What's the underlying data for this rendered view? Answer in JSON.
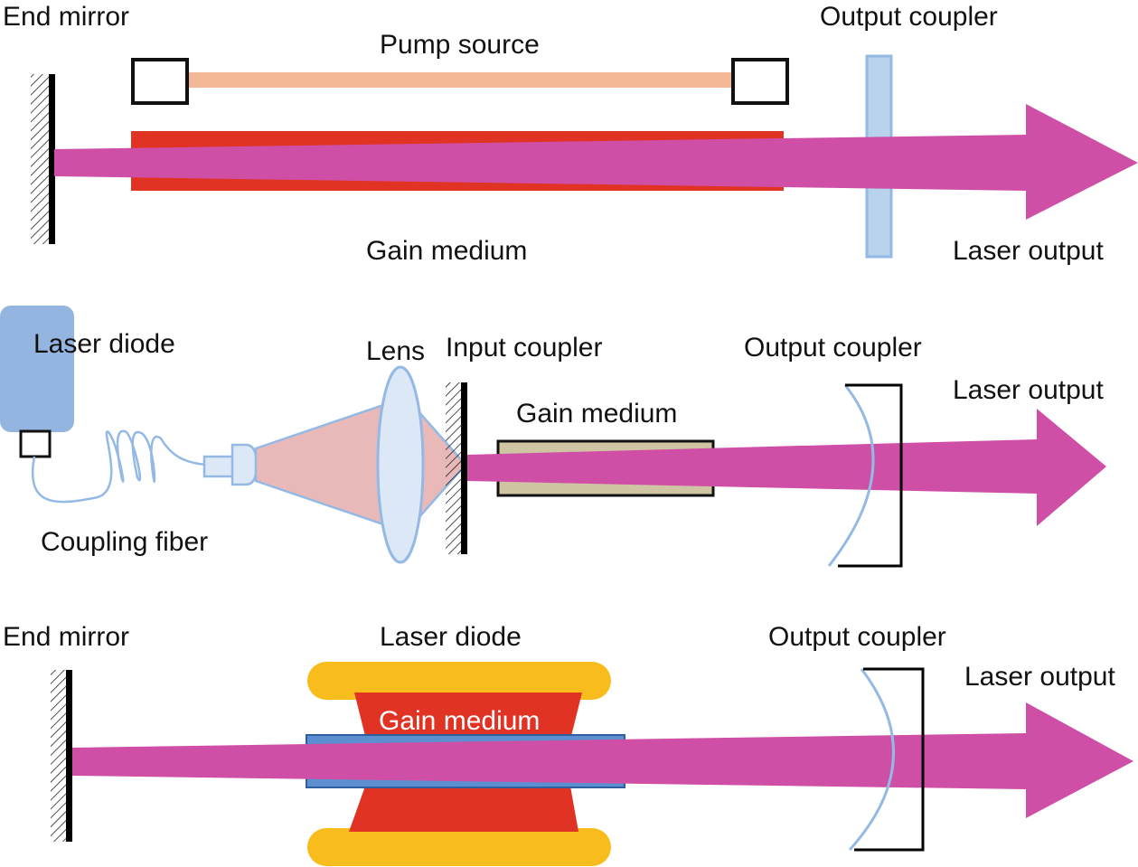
{
  "panel1": {
    "end_mirror": "End mirror",
    "pump_source": "Pump source",
    "output_coupler": "Output coupler",
    "gain_medium": "Gain medium",
    "laser_output": "Laser output"
  },
  "panel2": {
    "laser_diode": "Laser diode",
    "lens": "Lens",
    "input_coupler": "Input coupler",
    "output_coupler": "Output coupler",
    "laser_output": "Laser output",
    "gain_medium": "Gain medium",
    "coupling_fiber": "Coupling fiber"
  },
  "panel3": {
    "end_mirror": "End mirror",
    "laser_diode": "Laser diode",
    "output_coupler": "Output coupler",
    "laser_output": "Laser output",
    "gain_medium": "Gain medium"
  },
  "colors": {
    "beam": "#d04fa6",
    "gain_red": "#e03323",
    "pump_beam": "#f5b896",
    "coupler_blue": "#b9d3ec",
    "optic_blue": "#93b9e4",
    "diode_blue": "#93b5e0",
    "gain_khaki": "#cfc5a3",
    "pump_cone": "#e9b8b8",
    "diode_yellow": "#f8bd1c",
    "rod_blue": "#5b8fd0"
  }
}
